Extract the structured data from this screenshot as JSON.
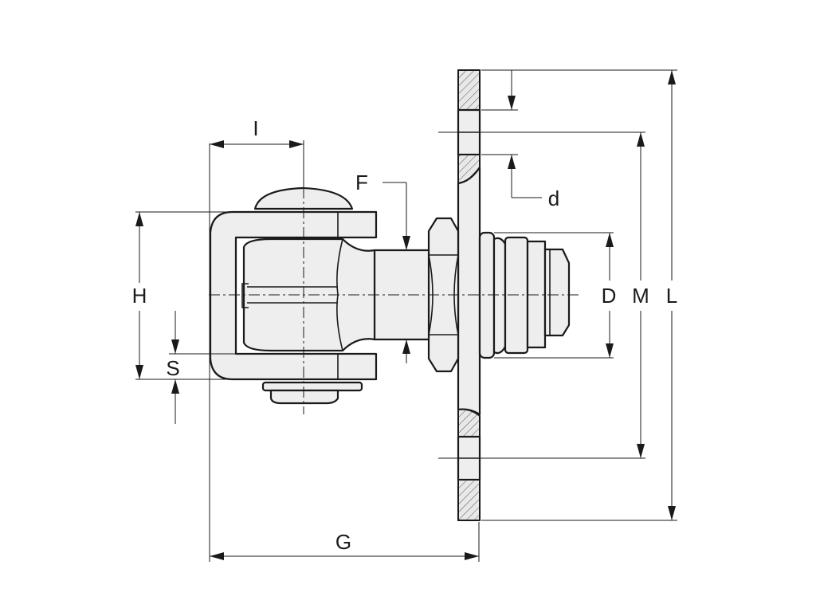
{
  "dimension_labels": {
    "I": "I",
    "F": "F",
    "d": "d",
    "H": "H",
    "S": "S",
    "D": "D",
    "M": "M",
    "L": "L",
    "G": "G"
  }
}
